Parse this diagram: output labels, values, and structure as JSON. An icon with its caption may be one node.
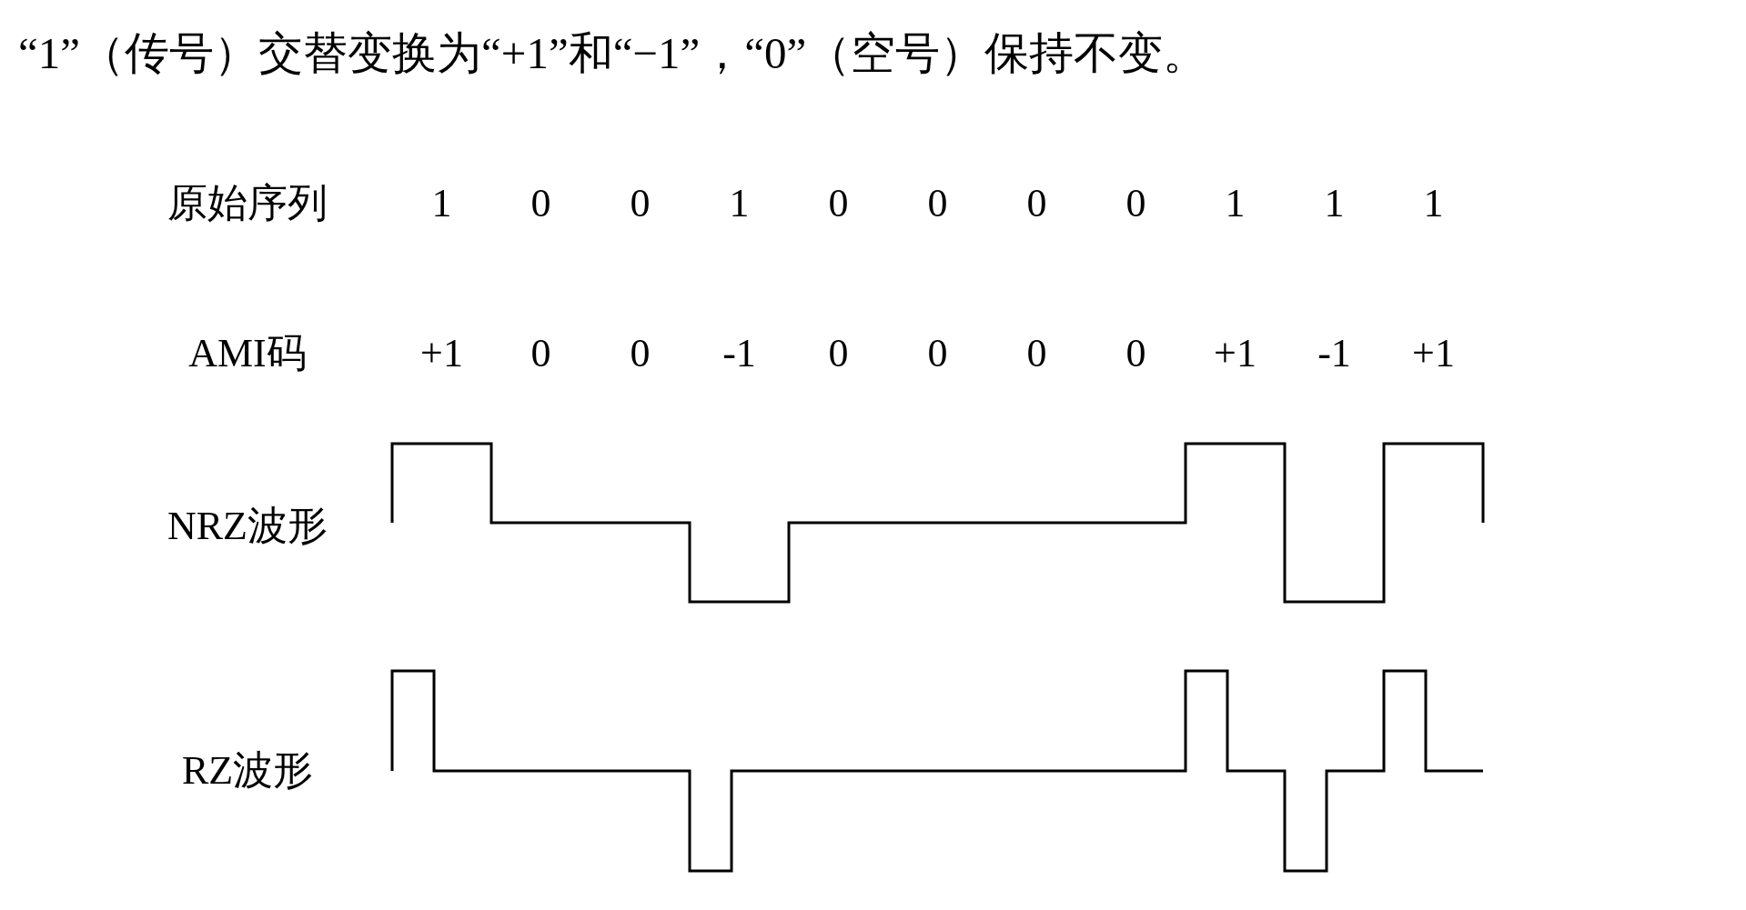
{
  "diagram": {
    "title": "“1”（传号）交替变换为“+1”和“−1”，“0”（空号）保持不变。",
    "labels": [
      "原始序列",
      "1",
      "0",
      "0",
      "1",
      "0",
      "0",
      "0",
      "0",
      "1",
      "1",
      "1",
      "AMI码",
      "+1",
      "0",
      "0",
      "-1",
      "0",
      "0",
      "0",
      "0",
      "+1",
      "-1",
      "+1",
      "NRZ波形",
      "RZ波形"
    ]
  }
}
